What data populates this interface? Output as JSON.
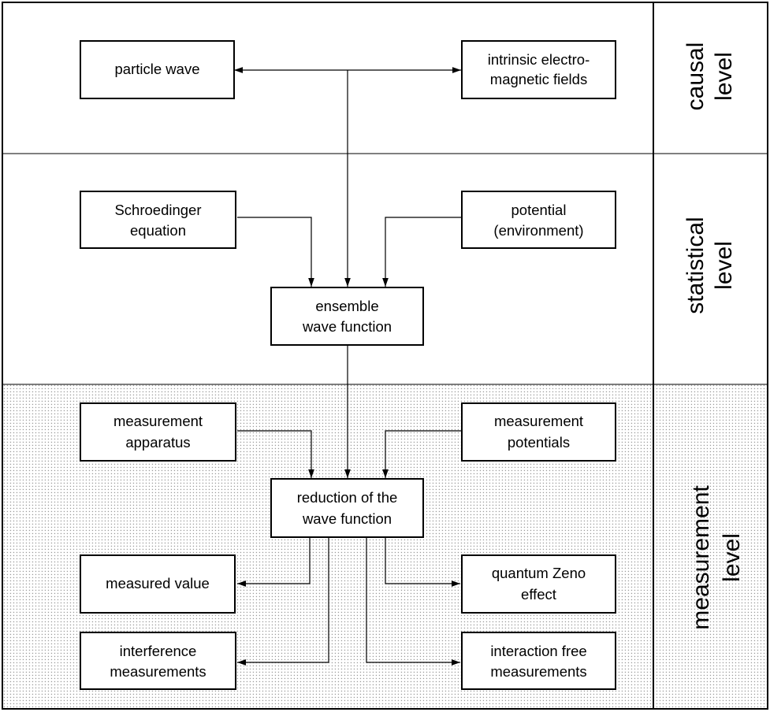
{
  "levels": {
    "causal": {
      "line1": "causal",
      "line2": "level"
    },
    "statistical": {
      "line1": "statistical",
      "line2": "level"
    },
    "measurement": {
      "line1": "measurement",
      "line2": "level"
    }
  },
  "boxes": {
    "particle_wave": [
      "particle wave"
    ],
    "em_fields": [
      "intrinsic electro-",
      "magnetic fields"
    ],
    "schroedinger": [
      "Schroedinger",
      "equation"
    ],
    "potential": [
      "potential",
      "(environment)"
    ],
    "ensemble": [
      "ensemble",
      "wave function"
    ],
    "apparatus": [
      "measurement",
      "apparatus"
    ],
    "meas_potentials": [
      "measurement",
      "potentials"
    ],
    "reduction": [
      "reduction of the",
      "wave function"
    ],
    "measured_value": [
      "measured value"
    ],
    "zeno": [
      "quantum Zeno",
      "effect"
    ],
    "interference": [
      "interference",
      "measurements"
    ],
    "interaction_free": [
      "interaction free",
      "measurements"
    ]
  },
  "colors": {
    "line": "#000000",
    "background": "#ffffff",
    "dots": "#9a9a9a"
  }
}
